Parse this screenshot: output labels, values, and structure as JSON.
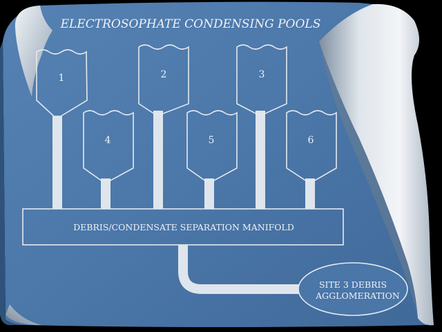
{
  "title": "ELECTROSOPHATE CONDENSING POOLS",
  "pools": [
    {
      "label": "1"
    },
    {
      "label": "2"
    },
    {
      "label": "3"
    },
    {
      "label": "4"
    },
    {
      "label": "5"
    },
    {
      "label": "6"
    }
  ],
  "manifold": {
    "label": "DEBRIS/CONDENSATE SEPARATION MANIFOLD"
  },
  "site": {
    "line1": "SITE 3 DEBRIS",
    "line2": "AGGLOMERATION"
  },
  "colors": {
    "background": "#000000",
    "paper": "#4a76a8",
    "ink": "#e4e9ef",
    "curl": "#c9d2db"
  }
}
